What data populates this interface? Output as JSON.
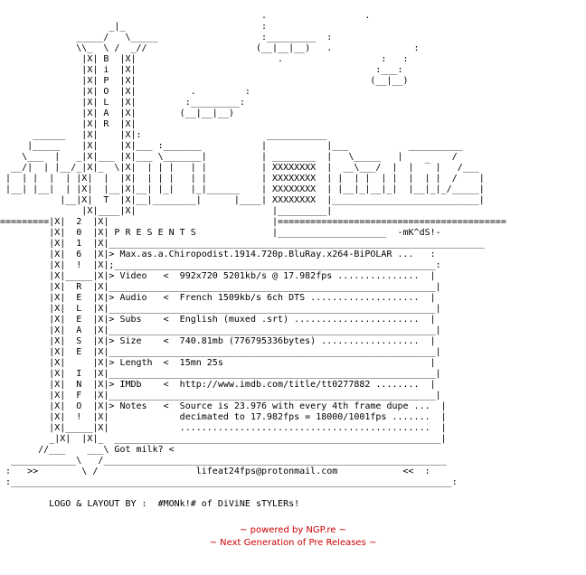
{
  "nfo_lines": [
    "",
    "                                                .                  .",
    "                    _|_                         :",
    "              _____/   \\_____                   :_________  :",
    "              \\\\_  \\ /  _//                    (__|__|__)   .               :",
    "               |X| B  |X|                          .                  :   :",
    "               |X| i  |X|                                            :___:",
    "               |X| P  |X|                                           (__|__)",
    "               |X| O  |X|          .         :",
    "               |X| L  |X|         :_________:",
    "               |X| A  |X|        (__|__|__)",
    "               |X| R  |X|",
    "      ______   |X|    |X|:                       ___________",
    "     |_____    |X|    |X|___ :_______           |           |___           __________",
    "    \\___  |   _|X|___ |X|___ \\_______|          | ________  |   \\_____   |         /",
    "  __/|  | |__/_|X|_  \\|X|  | | |   | |          | XXXXXXXX  |  __\\___/  |  |  ‾ |   /___",
    " |  | |  |  | |X|  |  |X|  | | |   | |          | XXXXXXXX  | |  | |  | |  |  | |  /    |",
    " |__| |__|  | |X|  |__|X|__| |_|   |_|______    | XXXXXXXX  | |__|_|__|_|  |__|_|_/_____|",
    "           |__|X|  T  |X|__|________|      |____| XXXXXXXX  |___________________________|",
    "               |X|____|X|                         |_________|",
    "=========|X|  2  |X|                              |==========================================",
    "         |X|  0  |X| P R E S E N T S              |____________________  -mK^dS!-",
    "         |X|  1  |X|_____________________________________________________________________",
    "         |X|  6  |X|> Max.as.a.Chiropodist.1914.720p.BluRay.x264-BiPOLAR ...   :",
    "         |X|  !  |X|;___________________________________________________________:",
    "         |X|_____|X|> Video   <  992x720 5201kb/s @ 17.982fps ...............  |",
    "         |X|  R  |X|____________________________________________________________|",
    "         |X|  E  |X|> Audio   <  French 1509kb/s 6ch DTS ....................  |",
    "         |X|  L  |X|____________________________________________________________|",
    "         |X|  E  |X|> Subs    <  English (muxed .srt) .......................  |",
    "         |X|  A  |X|____________________________________________________________|",
    "         |X|  S  |X|> Size    <  740.81mb (776795336bytes) ..................  |",
    "         |X|  E  |X|____________________________________________________________|",
    "         |X|     |X|> Length  <  15mn 25s                                      |",
    "         |X|  I  |X|____________________________________________________________|",
    "         |X|  N  |X|> IMDb    <  http://www.imdb.com/title/tt0277882 ........  |",
    "         |X|  F  |X|____________________________________________________________|",
    "         |X|  O  |X|> Notes   <  Source is 23.976 with every 4th frame dupe ...  |",
    "         |X|  !  |X|             decimated to 17.982fps = 18000/1001fps .......  |",
    "         |X|_____|X|             ..............................................  |",
    "         _|X|  |X|_  ____________________________________________________________|",
    "       //___    ___\\ Got milk? <",
    "  ____________\\   /_______________________________________________________________",
    " :   >>        \\ /                  lifeat24fps@protonmail.com            <<  :",
    " :_________________________________________________________________________________:",
    "",
    "         LOGO & LAYOUT BY :  #MONk!# of DiViNE sTYLERs!"
  ],
  "footer": {
    "powered_by": "~ powered by NGP.re ~",
    "tagline": "~ Next Generation of Pre Releases ~"
  }
}
